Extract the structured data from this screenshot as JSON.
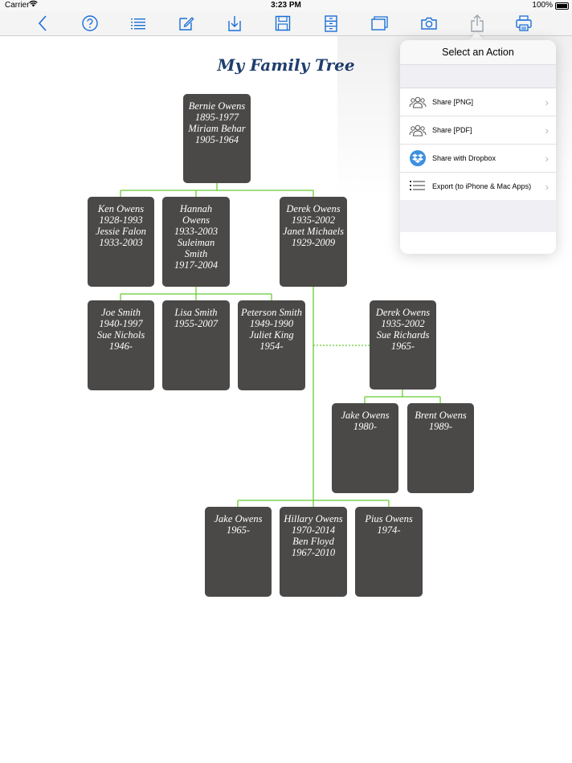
{
  "status_bar": {
    "carrier": "Carrier",
    "time": "3:23 PM",
    "battery": "100%"
  },
  "toolbar": {
    "buttons": [
      {
        "icon": "back-chevron-icon"
      },
      {
        "icon": "help-icon"
      },
      {
        "icon": "list-icon"
      },
      {
        "icon": "edit-icon"
      },
      {
        "icon": "download-icon"
      },
      {
        "icon": "save-icon"
      },
      {
        "icon": "file-cabinet-icon"
      },
      {
        "icon": "windows-icon"
      },
      {
        "icon": "camera-icon"
      },
      {
        "icon": "share-icon"
      },
      {
        "icon": "print-icon"
      }
    ]
  },
  "tree": {
    "title": "My Family Tree",
    "nodes": [
      {
        "id": "root",
        "lines": [
          "Bernie Owens",
          "1895-1977",
          "Miriam Behar",
          "1905-1964"
        ]
      },
      {
        "id": "ken",
        "lines": [
          "Ken Owens",
          "1928-1993",
          "Jessie Falon",
          "1933-2003"
        ]
      },
      {
        "id": "hannah",
        "lines": [
          "Hannah",
          "Owens",
          "1933-2003",
          "Suleiman",
          "Smith",
          "1917-2004"
        ]
      },
      {
        "id": "derek1",
        "lines": [
          "Derek Owens",
          "1935-2002",
          "Janet Michaels",
          "1929-2009"
        ]
      },
      {
        "id": "joe",
        "lines": [
          "Joe Smith",
          "1940-1997",
          "Sue Nichols",
          "1946-"
        ]
      },
      {
        "id": "lisa",
        "lines": [
          "Lisa Smith",
          "1955-2007"
        ]
      },
      {
        "id": "peterson",
        "lines": [
          "Peterson Smith",
          "1949-1990",
          "Juliet King",
          "1954-"
        ]
      },
      {
        "id": "derek2",
        "lines": [
          "Derek Owens",
          "1935-2002",
          "Sue Richards",
          "1965-"
        ]
      },
      {
        "id": "jake1",
        "lines": [
          "Jake Owens",
          "1980-"
        ]
      },
      {
        "id": "brent",
        "lines": [
          "Brent Owens",
          "1989-"
        ]
      },
      {
        "id": "jake2",
        "lines": [
          "Jake Owens",
          "1965-"
        ]
      },
      {
        "id": "hillary",
        "lines": [
          "Hillary Owens",
          "1970-2014",
          "Ben Floyd",
          "1967-2010"
        ]
      },
      {
        "id": "pius",
        "lines": [
          "Pius Owens",
          "1974-"
        ]
      }
    ]
  },
  "popover": {
    "title": "Select an Action",
    "items": [
      {
        "label": "Share [PNG]",
        "icon": "people-icon"
      },
      {
        "label": "Share [PDF]",
        "icon": "people-icon"
      },
      {
        "label": "Share with Dropbox",
        "icon": "dropbox-icon"
      },
      {
        "label": "Export (to iPhone & Mac Apps)",
        "icon": "list-icon"
      }
    ]
  },
  "colors": {
    "accent": "#1a6fd8",
    "node_fill": "#4b4948",
    "connector": "#66cc33",
    "title": "#1f3e6e"
  }
}
